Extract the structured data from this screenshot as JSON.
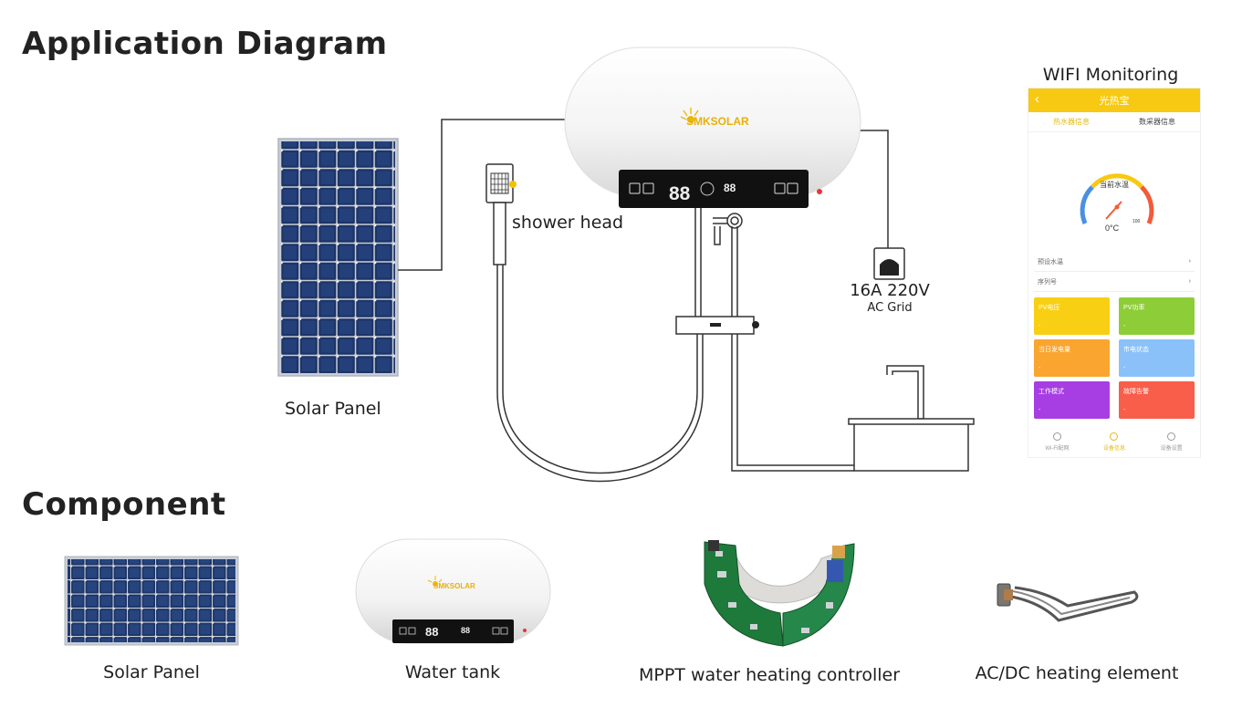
{
  "headings": {
    "application": "Application Diagram",
    "component": "Component"
  },
  "diagram": {
    "solar_panel_label": "Solar Panel",
    "shower_head_label": "shower head",
    "grid_label_1": "16A 220V",
    "grid_label_2": "AC Grid",
    "brand": "SMKSOLAR",
    "display_digits": "88",
    "display_digits_small": "88"
  },
  "wifi": {
    "title": "WIFI Monitoring",
    "app_title": "光热宝",
    "tabs": [
      "热水器信息",
      "数采器信息"
    ],
    "gauge_label": "当前水温",
    "gauge_value": "0°C",
    "gauge_max": "100",
    "fields": [
      "预设水温",
      "序列号"
    ],
    "tiles": [
      {
        "label": "PV电压",
        "value": "-",
        "color": "#f9cf14"
      },
      {
        "label": "PV功率",
        "value": "-",
        "color": "#8dce38"
      },
      {
        "label": "当日发电量",
        "value": "-",
        "color": "#f9a530"
      },
      {
        "label": "市电状态",
        "value": "-",
        "color": "#8bc1f9"
      },
      {
        "label": "工作模式",
        "value": "-",
        "color": "#a73ee3"
      },
      {
        "label": "故障告警",
        "value": "-",
        "color": "#f85e4a"
      }
    ],
    "nav": [
      "Wi-Fi配网",
      "设备信息",
      "设备设置"
    ]
  },
  "components": [
    {
      "label": "Solar Panel"
    },
    {
      "label": "Water tank"
    },
    {
      "label": "MPPT water heating controller"
    },
    {
      "label": "AC/DC heating element"
    }
  ]
}
